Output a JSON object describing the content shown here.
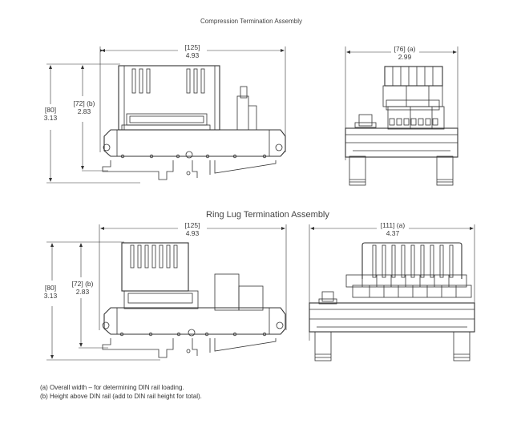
{
  "sections": [
    {
      "title": "Compression Termination Assembly",
      "side_view": {
        "width_mm": "[125]",
        "width_in": "4.93",
        "total_height_mm": "[80]",
        "total_height_in": "3.13",
        "height_above_rail_mm": "[72] (b)",
        "height_above_rail_in": "2.83"
      },
      "end_view": {
        "width_mm": "[76] (a)",
        "width_in": "2.99"
      }
    },
    {
      "title": "Ring Lug Termination Assembly",
      "side_view": {
        "width_mm": "[125]",
        "width_in": "4.93",
        "total_height_mm": "[80]",
        "total_height_in": "3.13",
        "height_above_rail_mm": "[72] (b)",
        "height_above_rail_in": "2.83"
      },
      "end_view": {
        "width_mm": "[111] (a)",
        "width_in": "4.37"
      }
    }
  ],
  "footnotes": [
    "(a) Overall width – for determining DIN rail loading.",
    "(b) Height above DIN rail (add to DIN rail height for total)."
  ]
}
